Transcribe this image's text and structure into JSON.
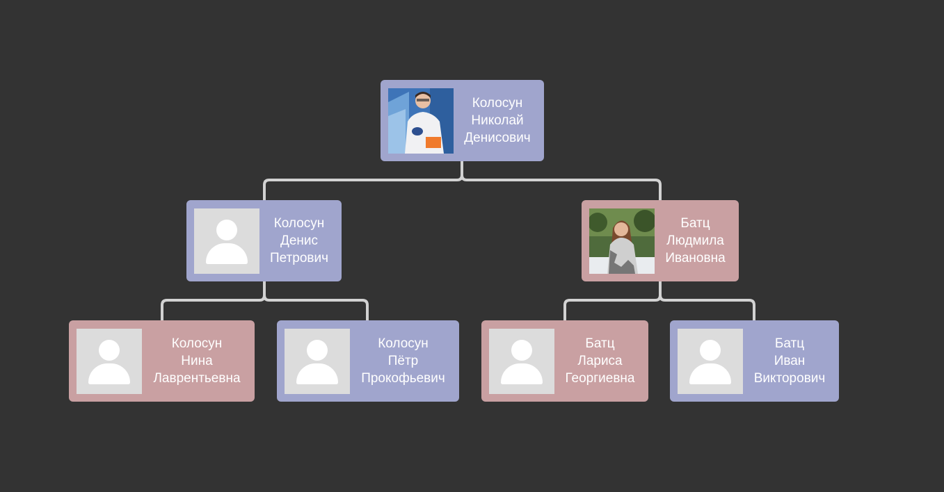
{
  "colors": {
    "background": "#333333",
    "male_card": "#a0a5cd",
    "female_card": "#c9a0a2",
    "connector": "#d2d2d2",
    "placeholder": "#dcdcdc"
  },
  "persons": {
    "root": {
      "surname": "Колосун",
      "first_name": "Николай",
      "patronymic": "Денисович",
      "gender": "male",
      "photo": "portrait-photo"
    },
    "father": {
      "surname": "Колосун",
      "first_name": "Денис",
      "patronymic": "Петрович",
      "gender": "male",
      "photo": "person-placeholder-icon"
    },
    "mother": {
      "surname": "Батц",
      "first_name": "Людмила",
      "patronymic": "Ивановна",
      "gender": "female",
      "photo": "portrait-photo"
    },
    "paternal_grandmother": {
      "surname": "Колосун",
      "first_name": "Нина",
      "patronymic": "Лаврентьевна",
      "gender": "female",
      "photo": "person-placeholder-icon"
    },
    "paternal_grandfather": {
      "surname": "Колосун",
      "first_name": "Пётр",
      "patronymic": "Прокофьевич",
      "gender": "male",
      "photo": "person-placeholder-icon"
    },
    "maternal_grandmother": {
      "surname": "Батц",
      "first_name": "Лариса",
      "patronymic": "Георгиевна",
      "gender": "female",
      "photo": "person-placeholder-icon"
    },
    "maternal_grandfather": {
      "surname": "Батц",
      "first_name": "Иван",
      "patronymic": "Викторович",
      "gender": "male",
      "photo": "person-placeholder-icon"
    }
  }
}
